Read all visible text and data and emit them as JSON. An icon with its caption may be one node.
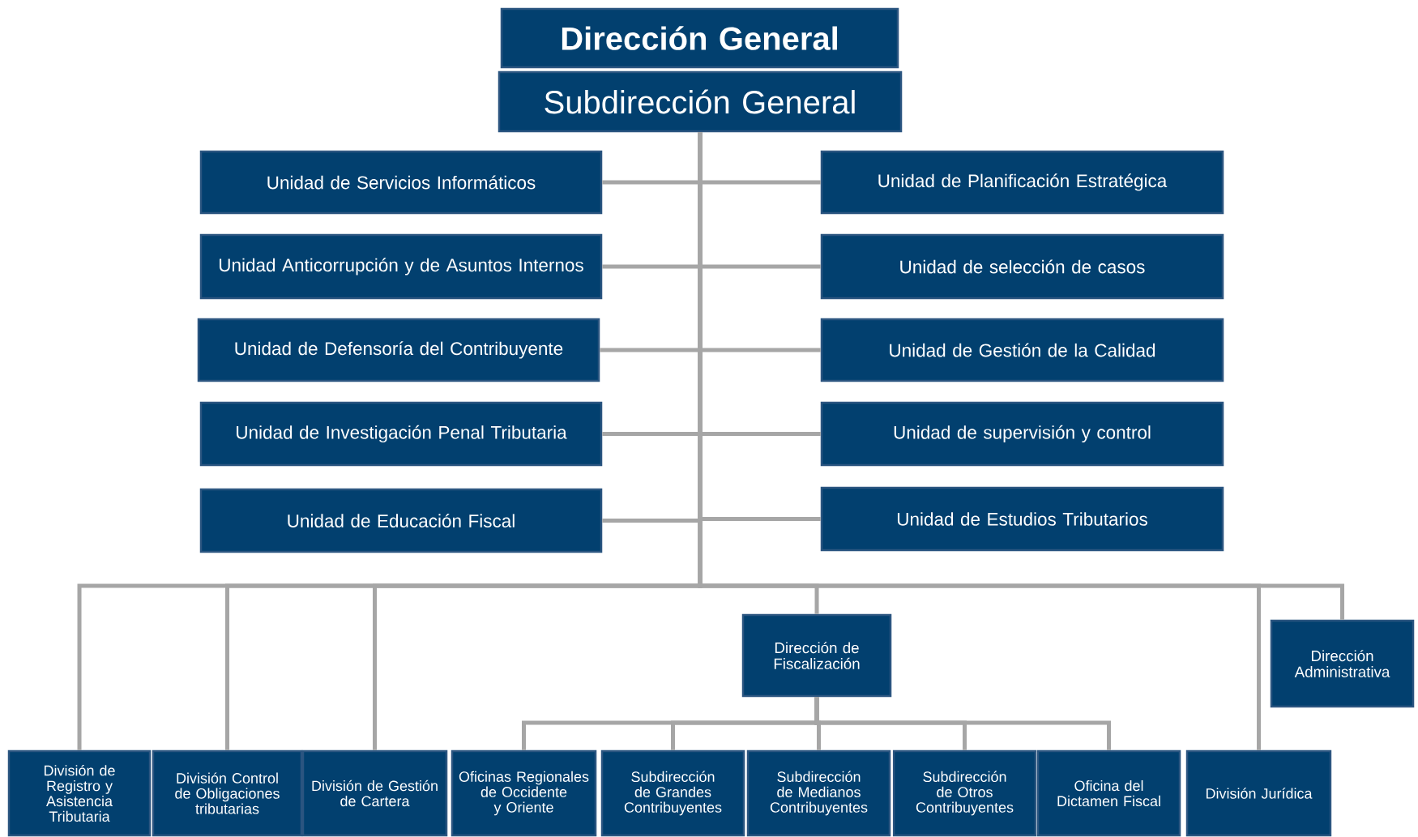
{
  "diagram": {
    "nodes": [
      {
        "text": [
          "Dirección General"
        ]
      },
      {
        "text": [
          "Subdirección General"
        ]
      },
      {
        "text": [
          "Unidad de Servicios Informáticos"
        ]
      },
      {
        "text": [
          "Unidad de Planificación Estratégica"
        ]
      },
      {
        "text": [
          "Unidad Anticorrupción y de Asuntos Internos"
        ]
      },
      {
        "text": [
          "Unidad de selección de casos"
        ]
      },
      {
        "text": [
          "Unidad de Defensoría del Contribuyente"
        ]
      },
      {
        "text": [
          "Unidad de Gestión de la Calidad"
        ]
      },
      {
        "text": [
          "Unidad de Investigación Penal Tributaria"
        ]
      },
      {
        "text": [
          "Unidad de supervisión y control"
        ]
      },
      {
        "text": [
          "Unidad de Educación Fiscal"
        ]
      },
      {
        "text": [
          "Unidad de Estudios Tributarios"
        ]
      },
      {
        "text": [
          "Dirección de Fiscalización"
        ]
      },
      {
        "text": [
          "Dirección Administrativa"
        ]
      },
      {
        "text": [
          "División de Registro y Asistencia Tributaria"
        ]
      },
      {
        "text": [
          "División Control de Obligaciones tributarias"
        ]
      },
      {
        "text": [
          "División de Gestión de Cartera"
        ]
      },
      {
        "text": [
          "Oficinas Regionales de Occidente y Oriente"
        ]
      },
      {
        "text": [
          "Subdirección de Grandes Contribuyentes"
        ]
      },
      {
        "text": [
          "Subdirección de Medianos Contribuyentes"
        ]
      },
      {
        "text": [
          "Subdirección de Otros Contribuyentes"
        ]
      },
      {
        "text": [
          "Oficina del Dictamen Fiscal"
        ]
      },
      {
        "text": [
          "División Jurídica"
        ]
      }
    ],
    "edges": [
      {
        "from": 1,
        "to": 2,
        "arrow": "none"
      },
      {
        "from": 1,
        "to": 3,
        "arrow": "none"
      },
      {
        "from": 1,
        "to": 4,
        "arrow": "none"
      },
      {
        "from": 1,
        "to": 5,
        "arrow": "none"
      },
      {
        "from": 1,
        "to": 6,
        "arrow": "none"
      },
      {
        "from": 1,
        "to": 7,
        "arrow": "none"
      },
      {
        "from": 1,
        "to": 8,
        "arrow": "none"
      },
      {
        "from": 1,
        "to": 9,
        "arrow": "none"
      },
      {
        "from": 1,
        "to": 10,
        "arrow": "none"
      },
      {
        "from": 1,
        "to": 11,
        "arrow": "none"
      },
      {
        "from": 1,
        "to": 14,
        "arrow": "none"
      },
      {
        "from": 1,
        "to": 15,
        "arrow": "none"
      },
      {
        "from": 1,
        "to": 16,
        "arrow": "none"
      },
      {
        "from": 1,
        "to": 12,
        "arrow": "none"
      },
      {
        "from": 1,
        "to": 22,
        "arrow": "none"
      },
      {
        "from": 1,
        "to": 13,
        "arrow": "none"
      },
      {
        "from": 12,
        "to": 17,
        "arrow": "none"
      },
      {
        "from": 12,
        "to": 18,
        "arrow": "none"
      },
      {
        "from": 12,
        "to": 19,
        "arrow": "none"
      },
      {
        "from": 12,
        "to": 20,
        "arrow": "none"
      },
      {
        "from": 12,
        "to": 21,
        "arrow": "none"
      }
    ]
  }
}
